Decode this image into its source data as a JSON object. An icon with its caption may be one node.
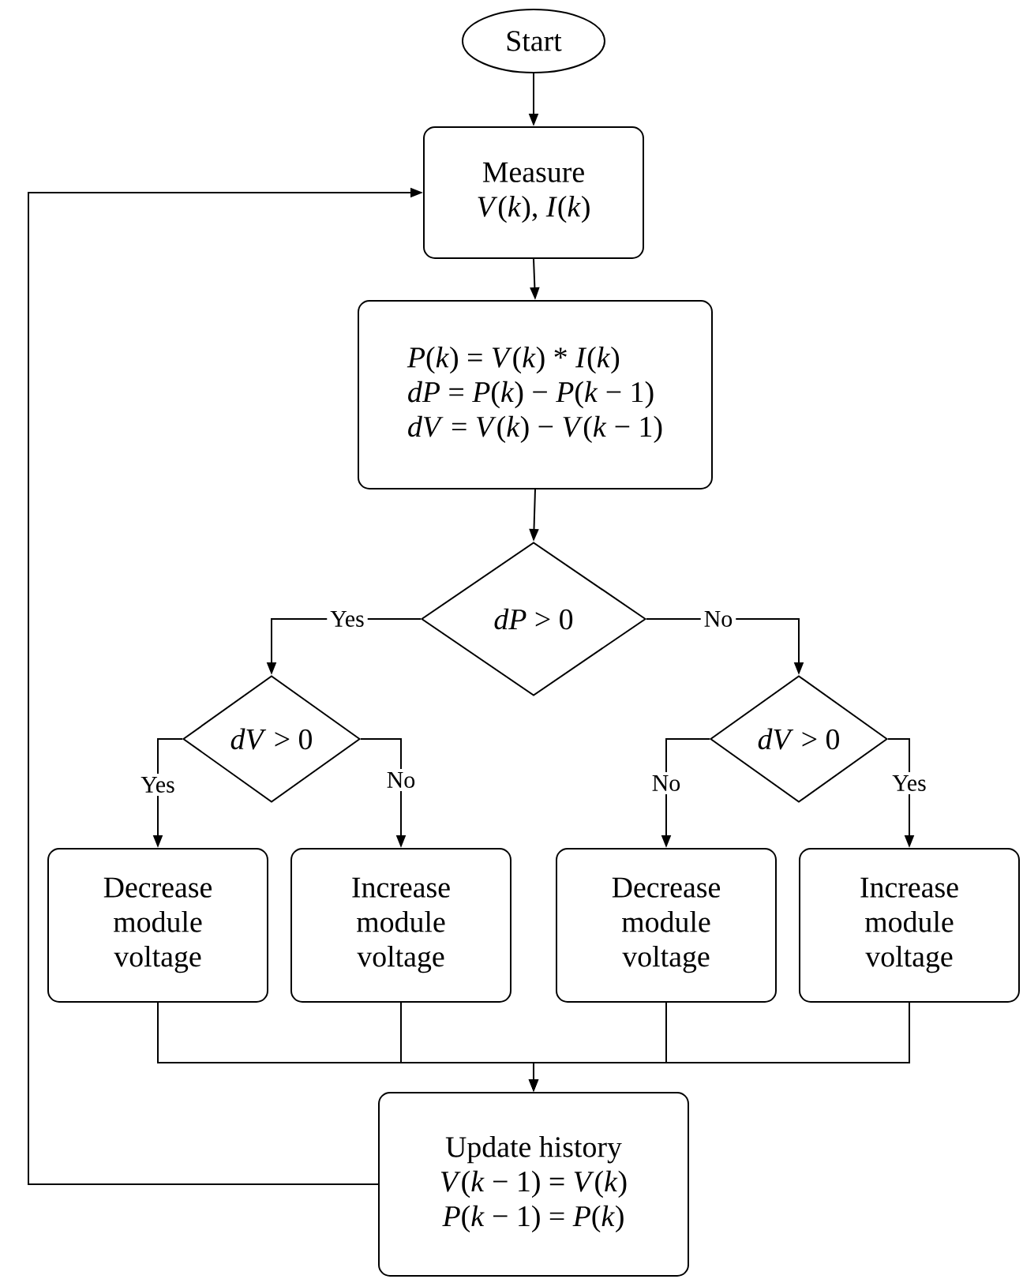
{
  "diagram": {
    "nodes": [
      {
        "text": [
          "Start"
        ]
      },
      {
        "text": [
          "Measure",
          "*V*(*k*), *I*(*k*)"
        ]
      },
      {
        "text": [
          "*P*(*k*) = *V*(*k*) * *I*(*k*)",
          "*dP* = *P*(*k*) − *P*(*k* − 1)",
          "*dV* = *V*(*k*) − *V*(*k* − 1)"
        ]
      },
      {
        "text": [
          "*dP* > 0"
        ]
      },
      {
        "text": [
          "*dV* > 0"
        ]
      },
      {
        "text": [
          "*dV* > 0"
        ]
      },
      {
        "text": [
          "Decrease module voltage"
        ]
      },
      {
        "text": [
          "Increase module voltage"
        ]
      },
      {
        "text": [
          "Decrease module voltage"
        ]
      },
      {
        "text": [
          "Increase module voltage"
        ]
      },
      {
        "text": [
          "Update history",
          "*V*(*k* − 1) = *V*(*k*)",
          "*P*(*k* − 1) = *P*(*k*)"
        ]
      }
    ],
    "edges": [
      {
        "from": 0,
        "to": 1,
        "arrow": "to"
      },
      {
        "from": 1,
        "to": 2,
        "arrow": "to"
      },
      {
        "from": 2,
        "to": 3,
        "arrow": "to"
      },
      {
        "from": 3,
        "to": 4,
        "arrow": "to",
        "label": "Yes"
      },
      {
        "from": 3,
        "to": 5,
        "arrow": "to",
        "label": "No"
      },
      {
        "from": 4,
        "to": 6,
        "arrow": "to",
        "label": "Yes"
      },
      {
        "from": 4,
        "to": 7,
        "arrow": "to",
        "label": "No"
      },
      {
        "from": 5,
        "to": 8,
        "arrow": "to",
        "label": "No"
      },
      {
        "from": 5,
        "to": 9,
        "arrow": "to",
        "label": "Yes"
      },
      {
        "from": 6,
        "to": 10,
        "arrow": "to"
      },
      {
        "from": 7,
        "to": 10,
        "arrow": "to"
      },
      {
        "from": 8,
        "to": 10,
        "arrow": "to"
      },
      {
        "from": 9,
        "to": 10,
        "arrow": "to"
      },
      {
        "from": 10,
        "to": 1,
        "arrow": "to"
      }
    ]
  }
}
